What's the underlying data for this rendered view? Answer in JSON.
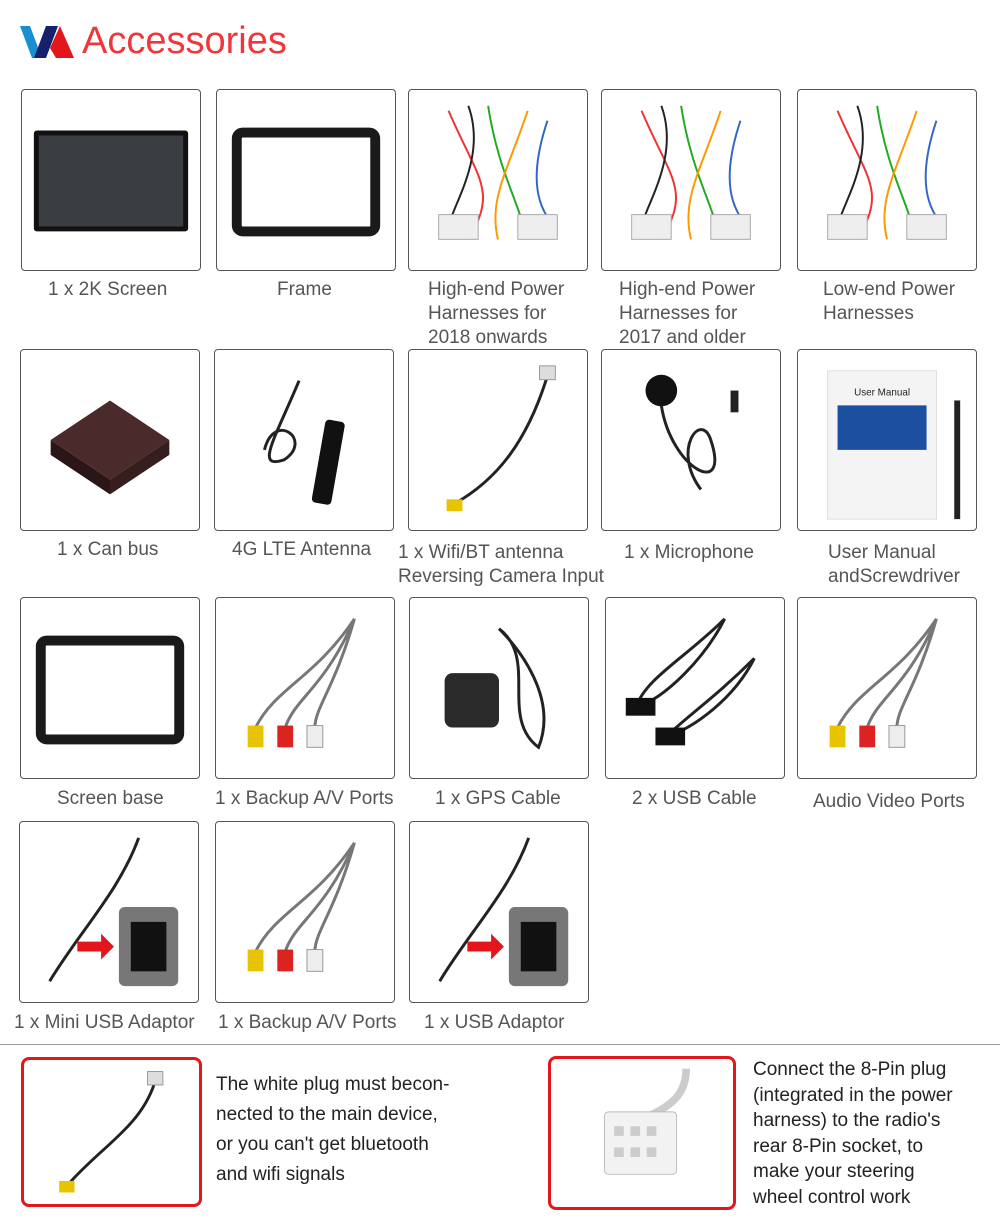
{
  "header": {
    "title": "Accessories",
    "logo": "VA brand logo"
  },
  "items": [
    {
      "label": "1 x 2K Screen",
      "icon": "screen"
    },
    {
      "label": "Frame",
      "icon": "frame"
    },
    {
      "label": "High-end Power\nHarnesses for\n2018 onwards",
      "icon": "harness"
    },
    {
      "label": "High-end Power\nHarnesses for\n2017 and older",
      "icon": "harness"
    },
    {
      "label": "Low-end Power\nHarnesses",
      "icon": "harness"
    },
    {
      "label": "1 x Can bus",
      "icon": "canbus"
    },
    {
      "label": "4G LTE Antenna",
      "icon": "antenna"
    },
    {
      "label": "1 x Wifi/BT antenna\nReversing Camera Input",
      "icon": "cable"
    },
    {
      "label": "1 x Microphone",
      "icon": "microphone"
    },
    {
      "label": "User Manual\nandScrewdriver",
      "icon": "manual"
    },
    {
      "label": "Screen base",
      "icon": "frame"
    },
    {
      "label": "1 x Backup A/V Ports",
      "icon": "rca"
    },
    {
      "label": "1 x GPS Cable",
      "icon": "gps"
    },
    {
      "label": "2 x USB Cable",
      "icon": "usb"
    },
    {
      "label": "Audio Video Ports",
      "icon": "rca"
    },
    {
      "label": "1 x Mini USB Adaptor",
      "icon": "adaptor"
    },
    {
      "label": "1 x Backup A/V Ports",
      "icon": "rca"
    },
    {
      "label": "1 x USB Adaptor",
      "icon": "adaptor"
    }
  ],
  "manual_text": "User Manual",
  "notes": [
    "The white plug must becon-\nnected to the main device,\nor you can't get bluetooth\nand wifi signals",
    "Connect the 8-Pin plug\n(integrated in the power\nharness) to the radio's\nrear 8-Pin socket, to\nmake your steering\nwheel control work"
  ],
  "colors": {
    "accent": "#f0363a",
    "box": "#e3161c"
  }
}
